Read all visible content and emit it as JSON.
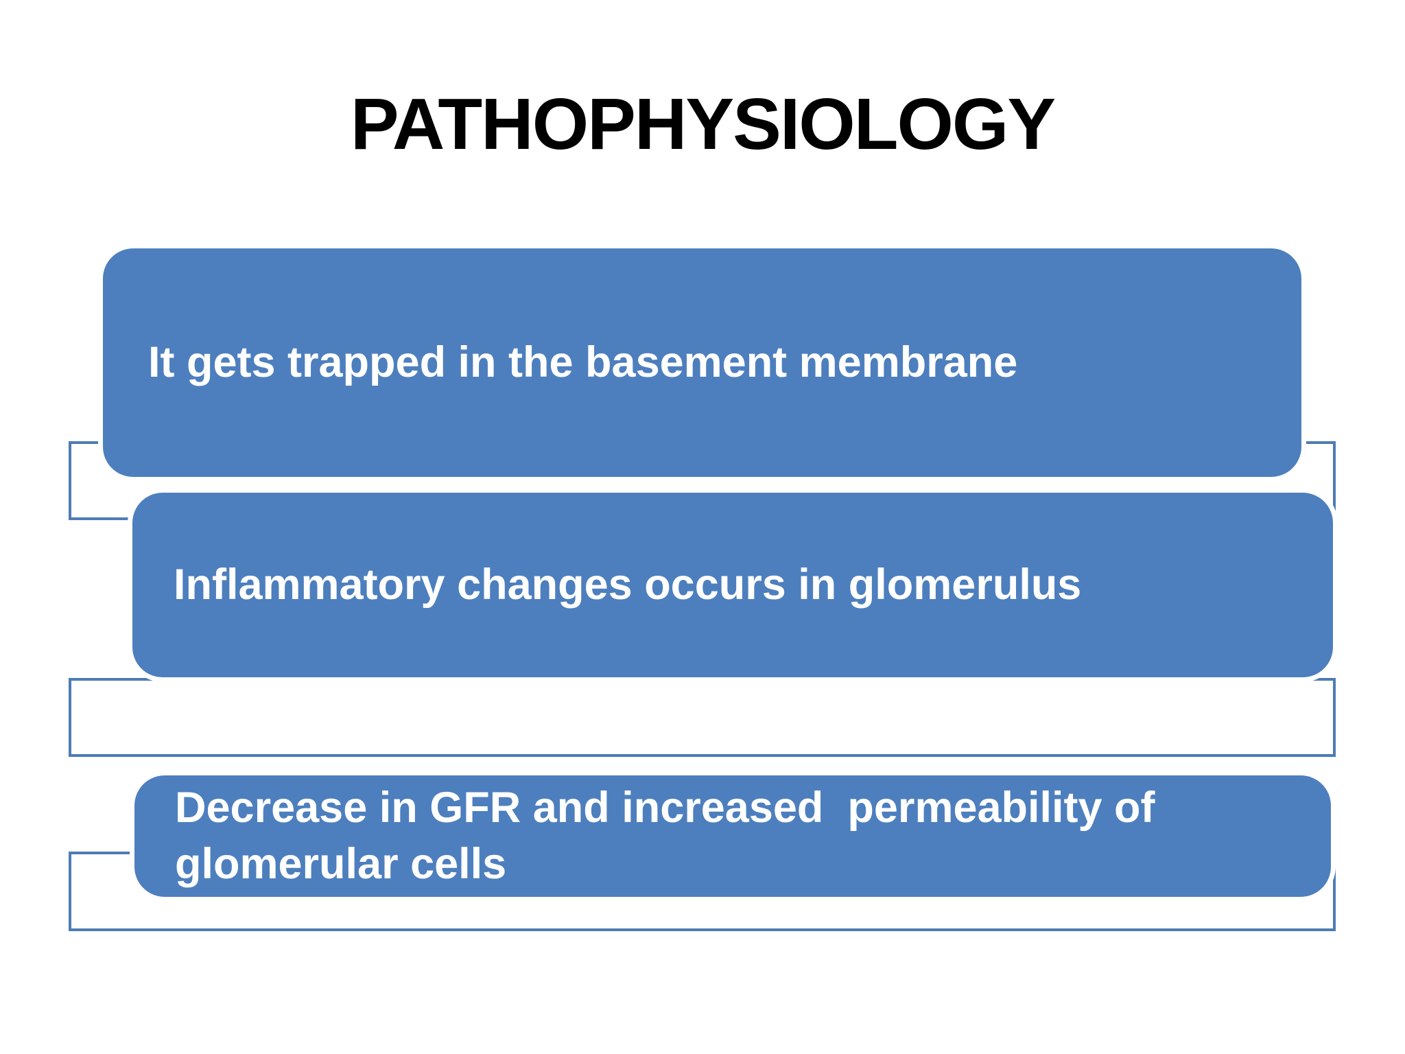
{
  "slide": {
    "title": "PATHOPHYSIOLOGY",
    "steps": [
      {
        "text": "It gets trapped in the basement membrane"
      },
      {
        "text": "Inflammatory changes occurs in glomerulus"
      },
      {
        "text": "Decrease in GFR and increased  permeability of glomerular cells"
      }
    ],
    "colors": {
      "background": "#ffffff",
      "title_text": "#000000",
      "box_fill": "#4d7fbe",
      "box_text": "#ffffff",
      "frame_border": "#4d7cb5",
      "frame_fill": "#ffffff"
    }
  }
}
